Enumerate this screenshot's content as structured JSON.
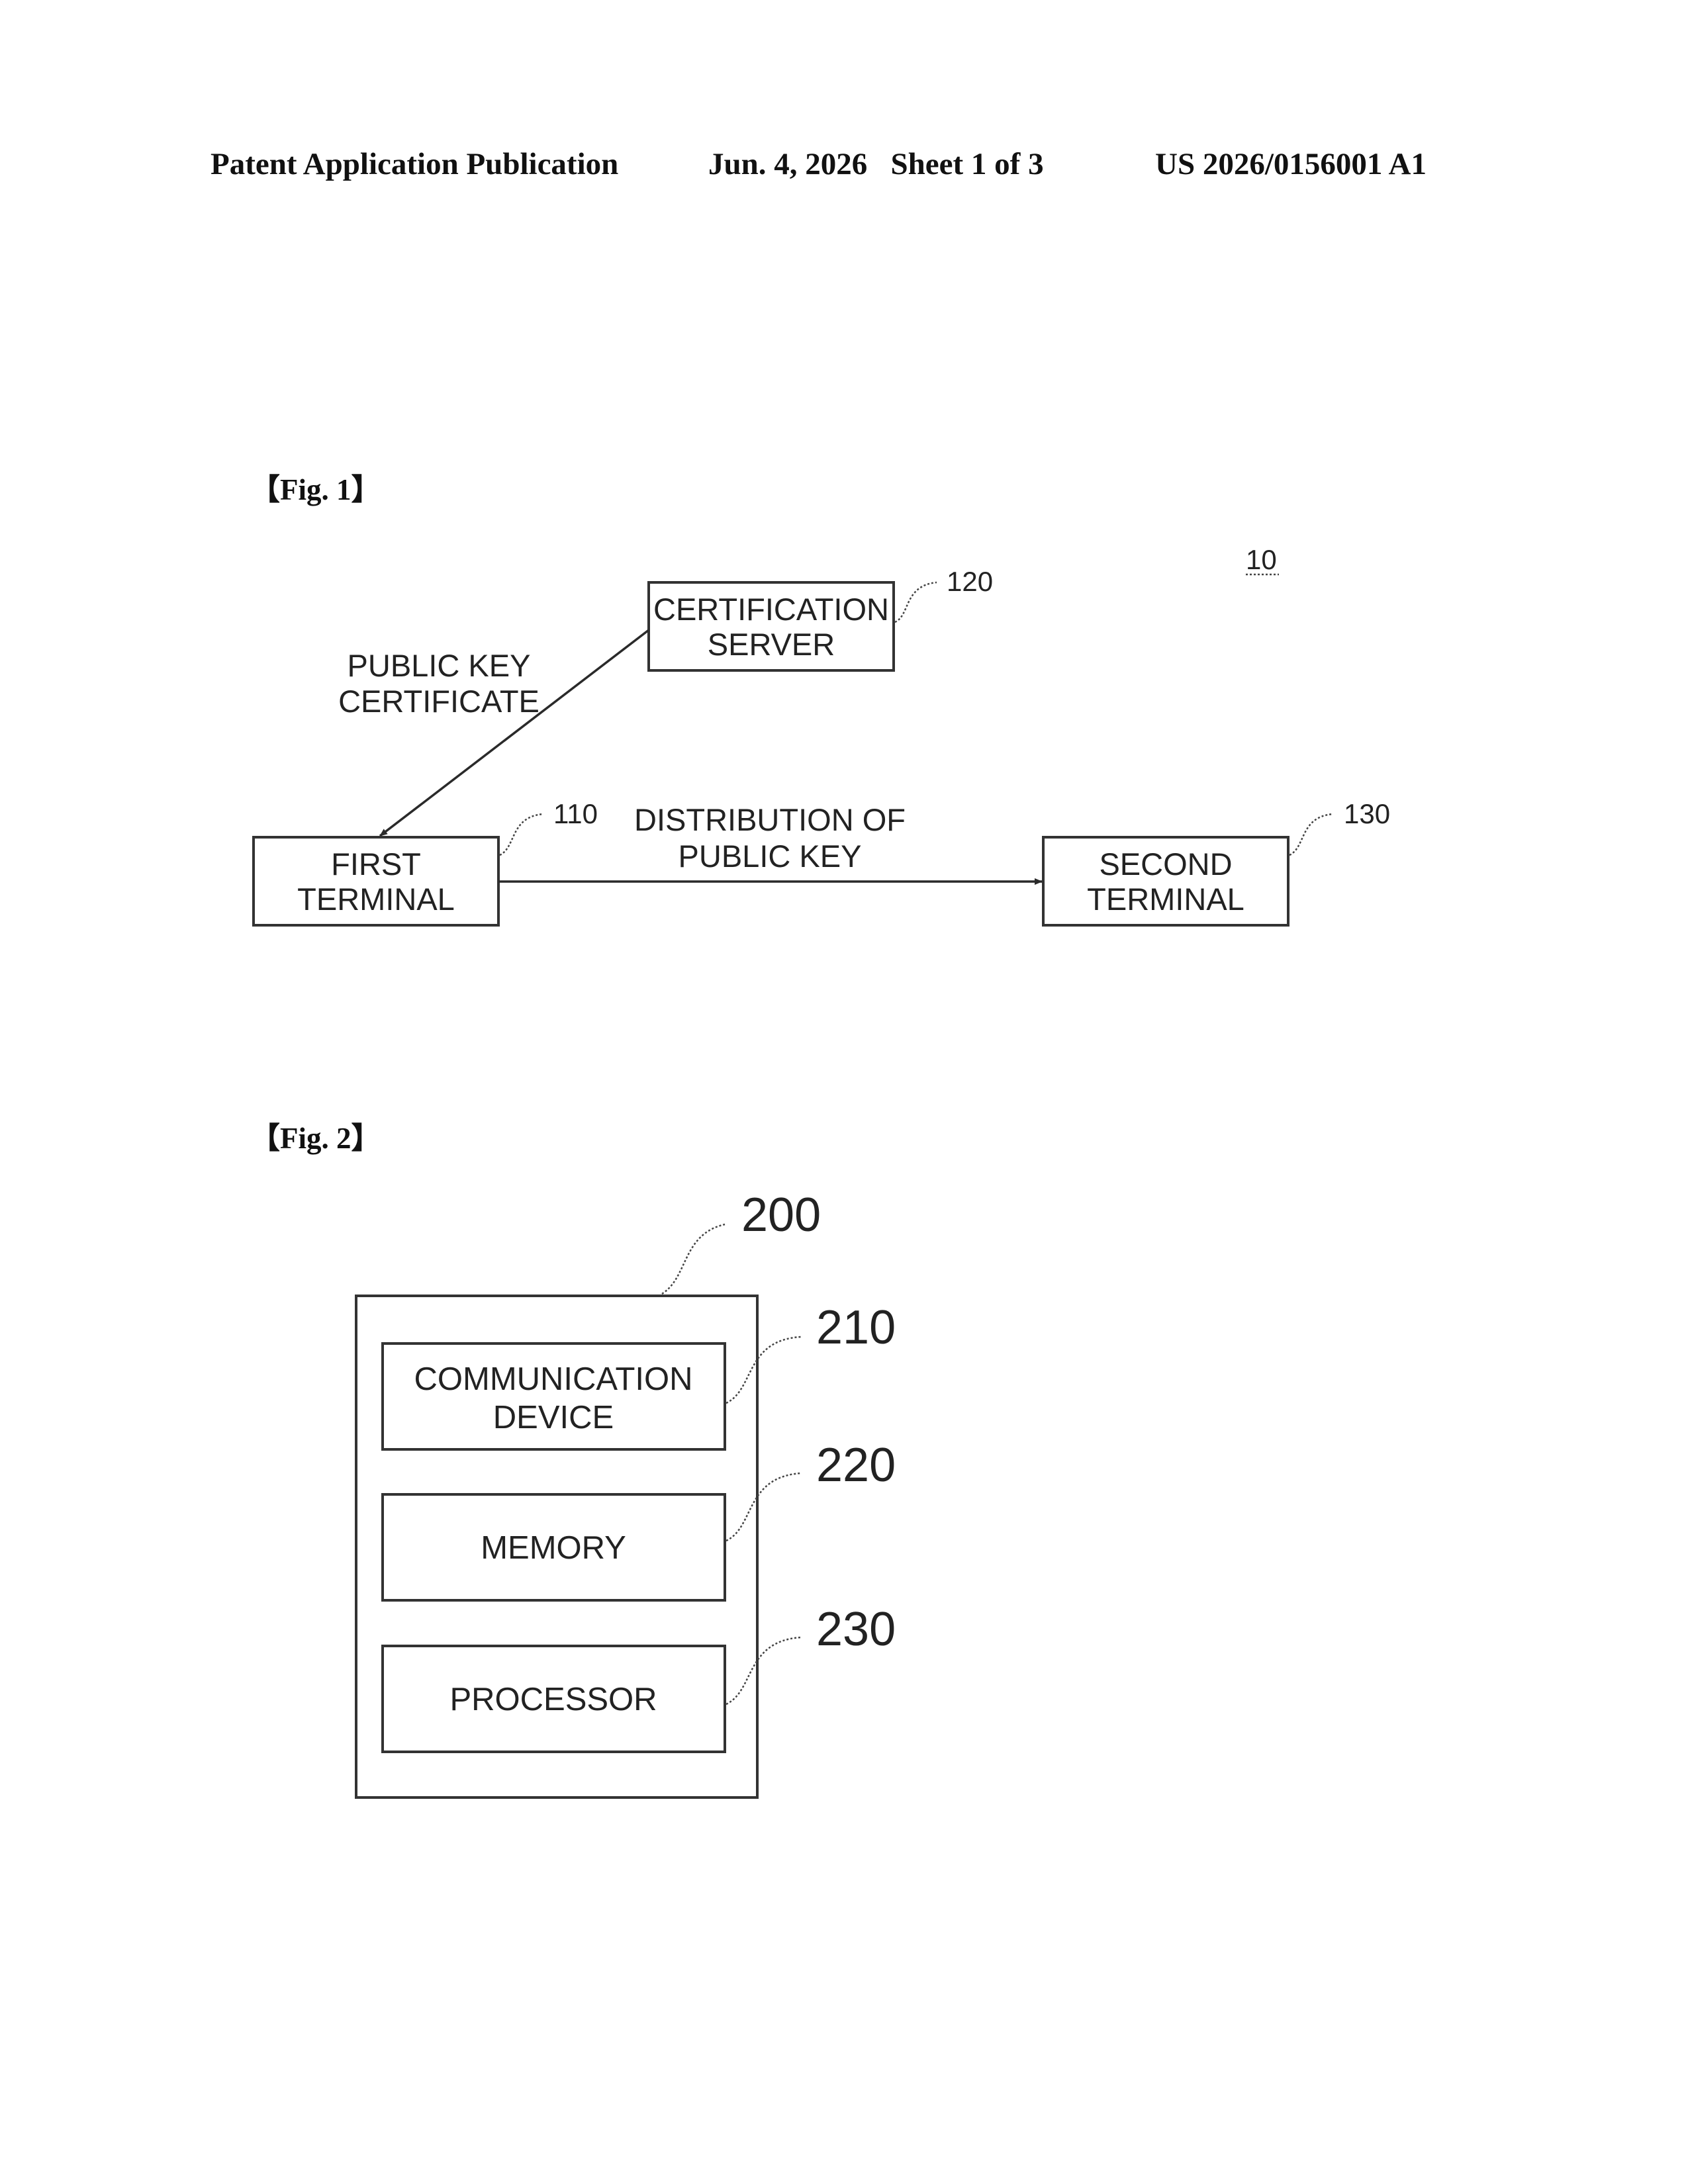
{
  "header": {
    "publication": "Patent Application Publication",
    "date_sheet": "Jun. 4, 2026   Sheet 1 of 3",
    "number": "US 2026/0156001 A1"
  },
  "fig1": {
    "label": "【Fig. 1】",
    "system_ref": "10",
    "server": {
      "line1": "CERTIFICATION",
      "line2": "SERVER",
      "ref": "120"
    },
    "first_terminal": {
      "line1": "FIRST",
      "line2": "TERMINAL",
      "ref": "110"
    },
    "second_terminal": {
      "line1": "SECOND",
      "line2": "TERMINAL",
      "ref": "130"
    },
    "cert_label": {
      "line1": "PUBLIC KEY",
      "line2": "CERTIFICATE"
    },
    "dist_label": {
      "line1": "DISTRIBUTION OF",
      "line2": "PUBLIC KEY"
    }
  },
  "fig2": {
    "label": "【Fig. 2】",
    "device_ref": "200",
    "comm": {
      "line1": "COMMUNICATION",
      "line2": "DEVICE",
      "ref": "210"
    },
    "memory": {
      "label": "MEMORY",
      "ref": "220"
    },
    "processor": {
      "label": "PROCESSOR",
      "ref": "230"
    }
  }
}
